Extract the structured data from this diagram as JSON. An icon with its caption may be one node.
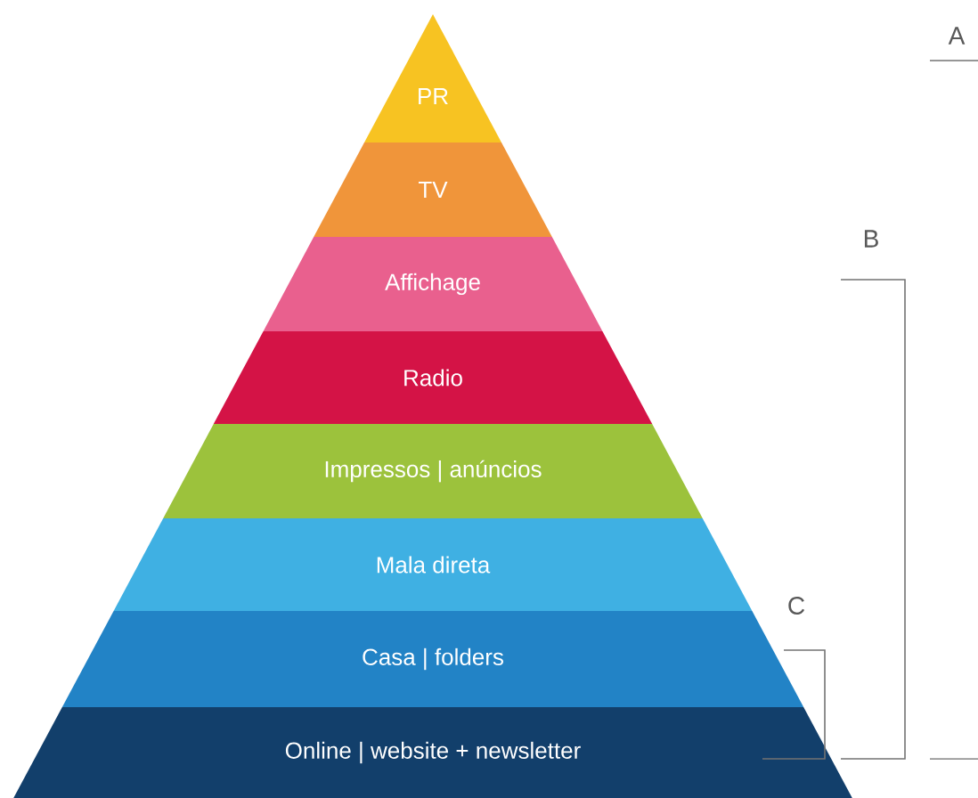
{
  "diagram": {
    "nodes": [
      {
        "text": [
          "PR"
        ]
      },
      {
        "text": [
          "TV"
        ]
      },
      {
        "text": [
          "Affichage"
        ]
      },
      {
        "text": [
          "Radio"
        ]
      },
      {
        "text": [
          "Impressos | anúncios"
        ]
      },
      {
        "text": [
          "Mala direta"
        ]
      },
      {
        "text": [
          "Casa | folders"
        ]
      },
      {
        "text": [
          "Online | website + newsletter"
        ]
      }
    ],
    "edges": [],
    "labels": [
      "A",
      "B",
      "C"
    ]
  }
}
